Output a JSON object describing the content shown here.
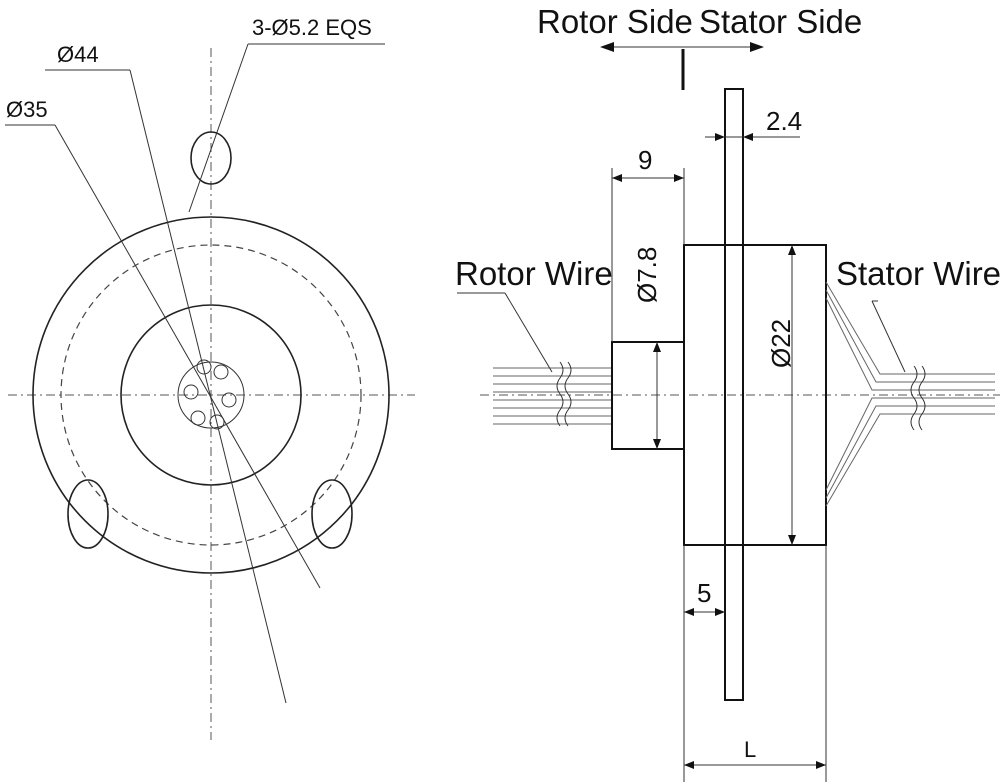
{
  "front_view": {
    "dia_outer": "Ø44",
    "dia_pcd": "Ø35",
    "holes": "3-Ø5.2 EQS"
  },
  "side_view": {
    "rotor_side": "Rotor Side",
    "stator_side": "Stator Side",
    "rotor_wire": "Rotor Wire",
    "stator_wire": "Stator Wire",
    "dim_flange_thk": "2.4",
    "dim_shaft_len": "9",
    "dim_shaft_dia": "Ø7.8",
    "dim_body_dia": "Ø22",
    "dim_offset": "5",
    "dim_length": "L"
  }
}
